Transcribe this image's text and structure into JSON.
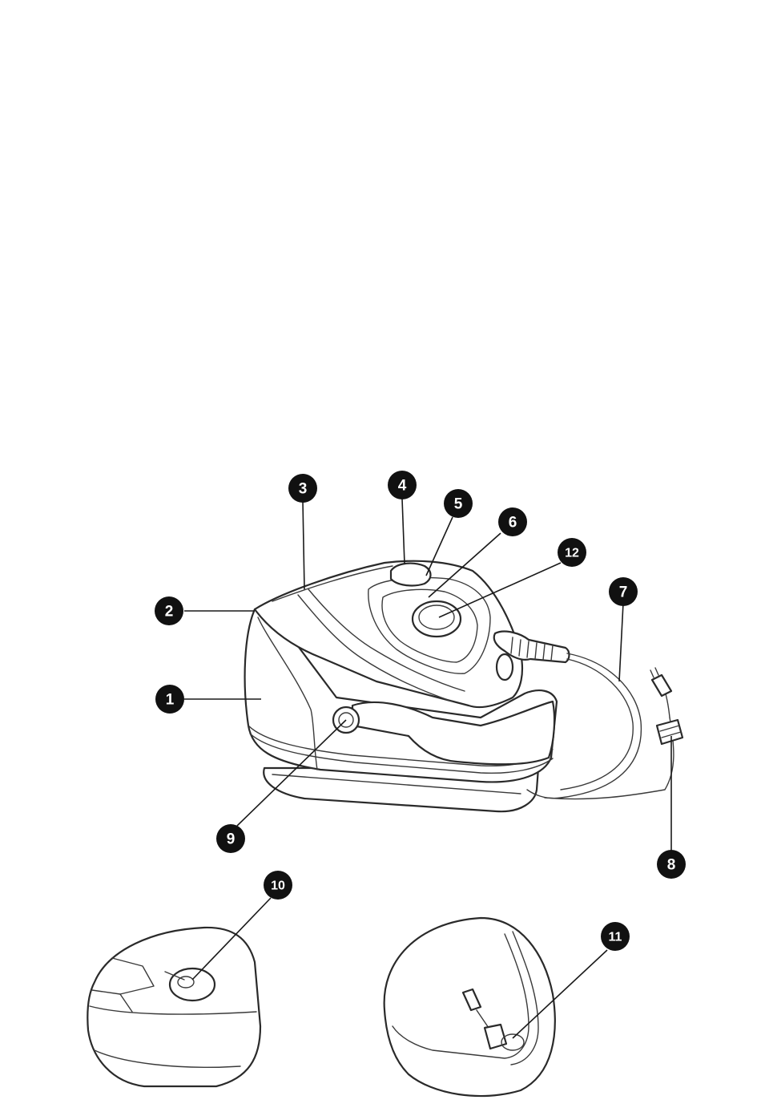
{
  "callouts": [
    {
      "id": "c1",
      "label": "1"
    },
    {
      "id": "c2",
      "label": "2"
    },
    {
      "id": "c3",
      "label": "3"
    },
    {
      "id": "c4",
      "label": "4"
    },
    {
      "id": "c5",
      "label": "5"
    },
    {
      "id": "c6",
      "label": "6"
    },
    {
      "id": "c7",
      "label": "7"
    },
    {
      "id": "c8",
      "label": "8"
    },
    {
      "id": "c9",
      "label": "9"
    },
    {
      "id": "c10",
      "label": "10"
    },
    {
      "id": "c11",
      "label": "11"
    },
    {
      "id": "c12",
      "label": "12"
    }
  ],
  "colors": {
    "callout_fill": "#111111",
    "callout_text": "#ffffff",
    "line_art": "#2a2a2a"
  }
}
